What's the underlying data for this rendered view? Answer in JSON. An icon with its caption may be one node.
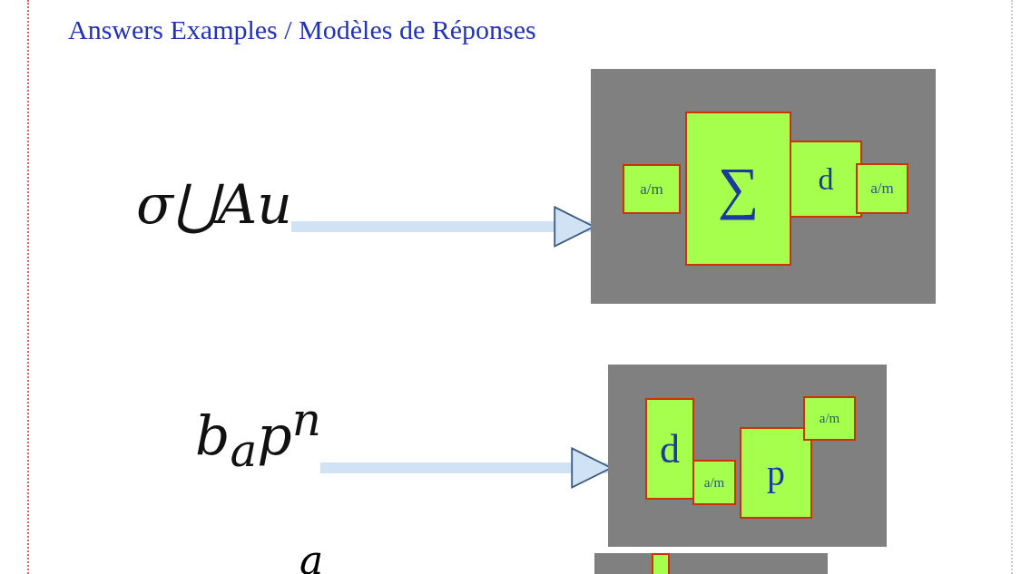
{
  "diagram": {
    "title": "Answers Examples / Modèles de Réponses",
    "nodes": [
      {
        "text": [
          "σ⋃Au"
        ]
      },
      {
        "text": [],
        "shape": "box"
      },
      {
        "text": [
          "a/m"
        ],
        "in": 1
      },
      {
        "text": [
          "∑"
        ],
        "in": 1
      },
      {
        "text": [
          "d"
        ],
        "in": 1
      },
      {
        "text": [
          "a/m"
        ],
        "in": 1
      },
      {
        "text": [
          "b$_{a}$p$^{n}$"
        ]
      },
      {
        "text": [],
        "shape": "box"
      },
      {
        "text": [
          "d"
        ],
        "in": 7
      },
      {
        "text": [
          "a/m"
        ],
        "in": 7
      },
      {
        "text": [
          "p"
        ],
        "in": 7
      },
      {
        "text": [
          "a/m"
        ],
        "in": 7
      },
      {
        "text": [],
        "shape": "box"
      },
      {
        "text": [],
        "shape": "box",
        "in": 12
      }
    ],
    "edges": [
      {
        "from": 0,
        "to": 1,
        "arrow": "to"
      },
      {
        "from": 6,
        "to": 7,
        "arrow": "to"
      }
    ],
    "labels": [
      "a"
    ]
  }
}
